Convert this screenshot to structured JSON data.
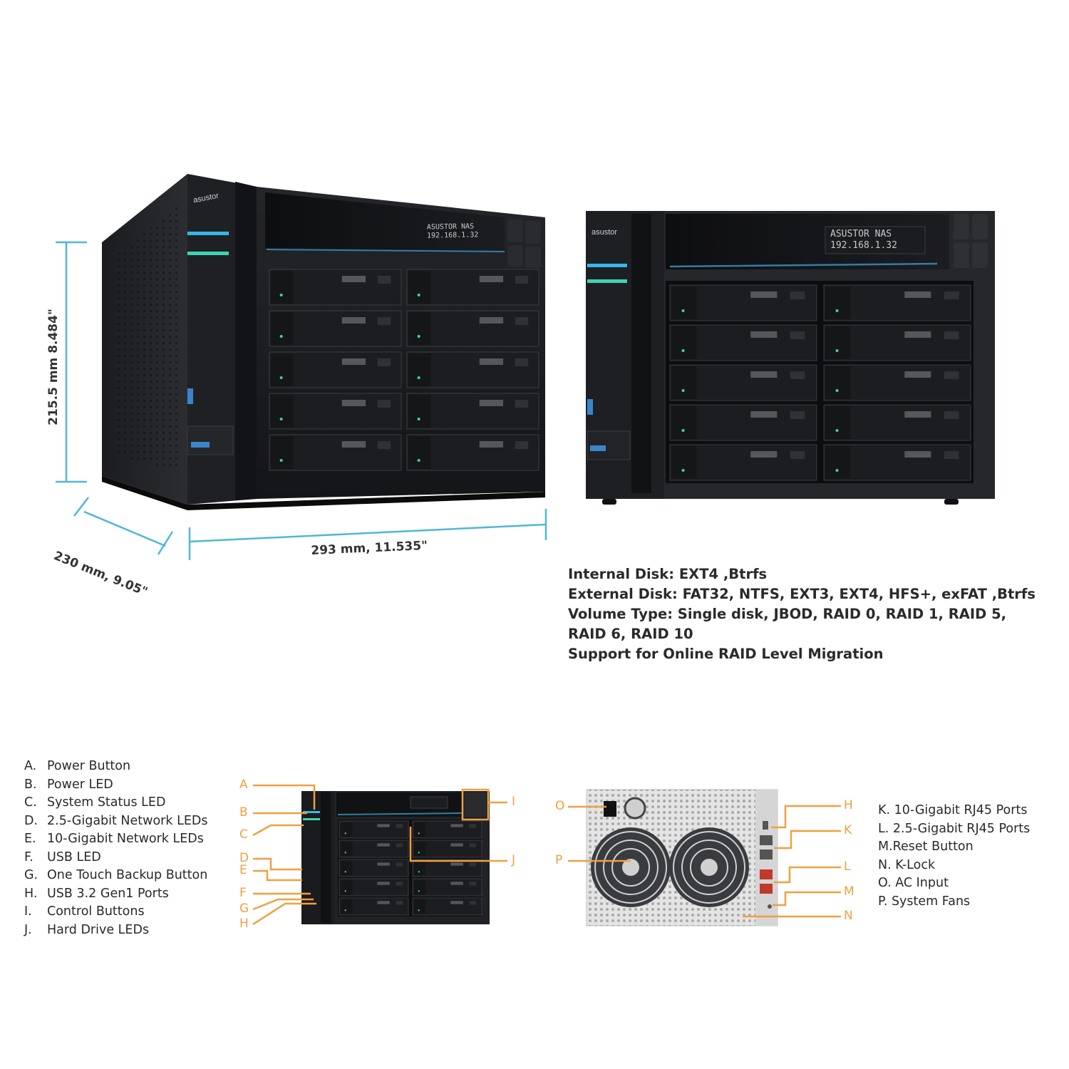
{
  "dimensions": {
    "height": "215.5 mm 8.484\"",
    "depth": "230 mm, 9.05\"",
    "width": "293 mm, 11.535\""
  },
  "brand": "asustor",
  "lcd": {
    "line1": "ASUSTOR NAS",
    "line2": "192.168.1.32"
  },
  "specs": [
    "Internal Disk: EXT4 ,Btrfs",
    "External Disk: FAT32, NTFS, EXT3, EXT4, HFS+, exFAT ,Btrfs",
    "Volume Type: Single disk, JBOD, RAID 0, RAID 1, RAID 5,",
    "RAID 6, RAID 10",
    "Support for Online RAID Level Migration"
  ],
  "front_legend": [
    {
      "letter": "A.",
      "label": "Power Button"
    },
    {
      "letter": "B.",
      "label": "Power LED"
    },
    {
      "letter": "C.",
      "label": "System Status LED"
    },
    {
      "letter": "D.",
      "label": "2.5-Gigabit Network LEDs"
    },
    {
      "letter": "E.",
      "label": "10-Gigabit Network LEDs"
    },
    {
      "letter": "F.",
      "label": "USB LED"
    },
    {
      "letter": "G.",
      "label": "One Touch Backup Button"
    },
    {
      "letter": "H.",
      "label": "USB 3.2 Gen1 Ports"
    },
    {
      "letter": "I.",
      "label": "Control Buttons"
    },
    {
      "letter": "J.",
      "label": "Hard Drive LEDs"
    }
  ],
  "rear_legend": [
    "K. 10-Gigabit RJ45 Ports",
    "L.  2.5-Gigabit RJ45 Ports",
    "M.Reset Button",
    "N. K-Lock",
    "O. AC Input",
    "P.  System Fans"
  ],
  "front_callouts": [
    "A",
    "B",
    "C",
    "D",
    "E",
    "F",
    "G",
    "H",
    "I",
    "J"
  ],
  "rear_callouts": [
    "O",
    "P",
    "H",
    "K",
    "L",
    "M",
    "N"
  ],
  "colors": {
    "dimension_line": "#4fb7d6",
    "callout": "#f0a040",
    "accent_led": "#36b7e8"
  }
}
